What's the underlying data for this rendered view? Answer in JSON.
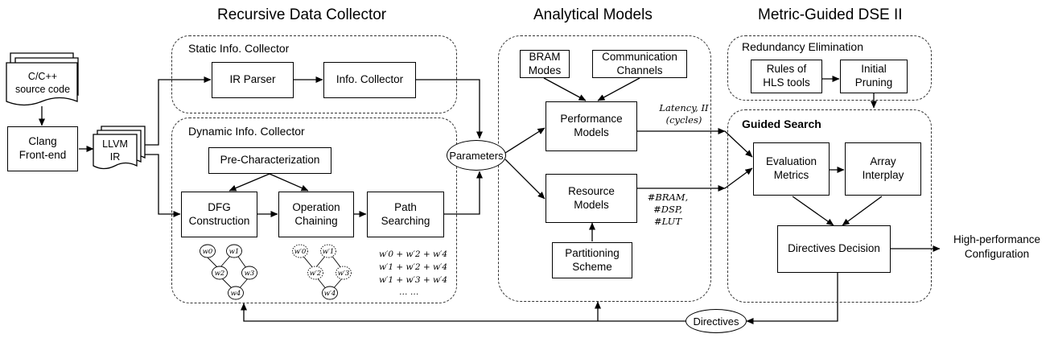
{
  "headings": {
    "collector": "Recursive Data Collector",
    "models": "Analytical Models",
    "dse": "Metric-Guided DSE II"
  },
  "regions": {
    "static": "Static Info. Collector",
    "dynamic": "Dynamic Info. Collector",
    "redundancy": "Redundancy Elimination",
    "guided": "Guided Search"
  },
  "nodes": {
    "source": "C/C++\nsource code",
    "clang": "Clang\nFront-end",
    "llvm": "LLVM\nIR",
    "ir_parser": "IR Parser",
    "info_collector": "Info. Collector",
    "pre_char": "Pre-Characterization",
    "dfg": "DFG\nConstruction",
    "op_chain": "Operation\nChaining",
    "path_search": "Path\nSearching",
    "parameters": "Parameters",
    "bram_modes": "BRAM\nModes",
    "comm_channels": "Communication\nChannels",
    "perf_models": "Performance\nModels",
    "res_models": "Resource\nModels",
    "partitioning": "Partitioning\nScheme",
    "hls_rules": "Rules of\nHLS tools",
    "initial_pruning": "Initial\nPruning",
    "eval_metrics": "Evaluation\nMetrics",
    "array_interplay": "Array\nInterplay",
    "directives_decision": "Directives Decision",
    "directives": "Directives",
    "output": "High-performance\nConfiguration"
  },
  "annotations": {
    "latency": "Latency, II\n(cycles)",
    "resources": "#BRAM,\n#DSP,\n#LUT"
  },
  "formulas": [
    "w′0 + w′2 + w′4",
    "w′1 + w′2 + w′4",
    "w′1 + w′3 + w′4",
    "… …"
  ],
  "graph_nodes": {
    "dfg": [
      "w0",
      "w1",
      "w2",
      "w3",
      "w4"
    ],
    "chained": [
      "w′0",
      "w′1",
      "w′2",
      "w′3",
      "w′4"
    ]
  }
}
